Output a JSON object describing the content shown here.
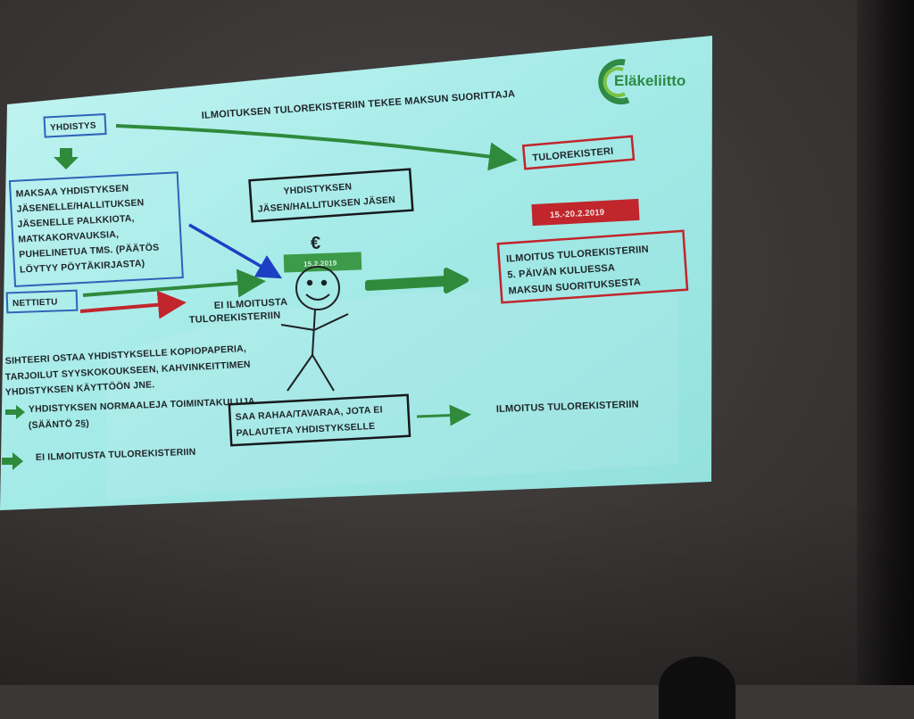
{
  "slide": {
    "title": "ILMOITUKSEN TULOREKISTERIIN TEKEE MAKSUN SUORITTAJA",
    "brand": "Eläkeliitto",
    "yhdistys": "YHDISTYS",
    "tulorekisteri": "TULOREKISTERI",
    "payment_lines": [
      "MAKSAA YHDISTYKSEN",
      "JÄSENELLE/HALLITUKSEN",
      "JÄSENELLE PALKKIOTA,",
      "MATKAKORVAUKSIA,",
      "PUHELINETUA TMS. (PÄÄTÖS",
      "LÖYTYY PÖYTÄKIRJASTA)"
    ],
    "nettietu": "NETTIETU",
    "member_box": [
      "YHDISTYKSEN",
      "JÄSEN/HALLITUKSEN JÄSEN"
    ],
    "euro": "€",
    "stamp_date": "15.2.2019",
    "date_range": "15.-20.2.2019",
    "no_report": [
      "EI ILMOITUSTA",
      "TULOREKISTERIIN"
    ],
    "report_box": [
      "ILMOITUS TULOREKISTERIIN",
      "5. PÄIVÄN KULUESSA",
      "MAKSUN SUORITUKSESTA"
    ],
    "secretary_lines": [
      "SIHTEERI OSTAA YHDISTYKSELLE KOPIOPAPERIA,",
      "TARJOILUT SYYSKOKOUKSEEN, KAHVINKEITTIMEN",
      "YHDISTYKSEN KÄYTTÖÖN JNE."
    ],
    "normal_costs": [
      "YHDISTYKSEN NORMAALEJA TOIMINTAKULUJA",
      "(SÄÄNTÖ 2§)"
    ],
    "no_report_bottom": "EI ILMOITUSTA TULOREKISTERIIN",
    "receive_box": [
      "SAA RAHAA/TAVARAA, JOTA EI",
      "PALAUTETA YHDISTYKSELLE"
    ],
    "report_bottom": "ILMOITUS TULOREKISTERIIN"
  },
  "colors": {
    "screen": "#a9ecea",
    "box_blue": "#2f63b8",
    "box_red": "#c0262c",
    "box_black": "#16191b",
    "arrow_green": "#2f8a3c",
    "arrow_red": "#c0262c",
    "arrow_blue": "#1d3fc4",
    "stamp_green": "#3c9a48"
  }
}
